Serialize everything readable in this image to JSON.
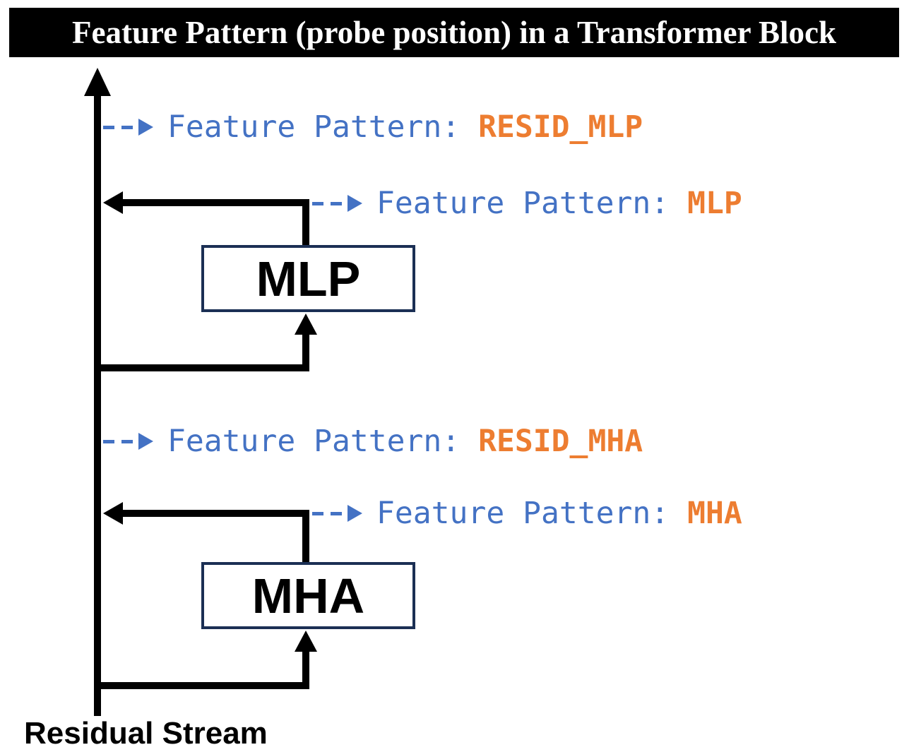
{
  "title": "Feature Pattern (probe position) in a Transformer Block",
  "blocks": {
    "mlp": "MLP",
    "mha": "MHA"
  },
  "probes": [
    {
      "prefix": "Feature Pattern: ",
      "value": "RESID_MLP"
    },
    {
      "prefix": "Feature Pattern: ",
      "value": "MLP"
    },
    {
      "prefix": "Feature Pattern: ",
      "value": "RESID_MHA"
    },
    {
      "prefix": "Feature Pattern: ",
      "value": "MHA"
    }
  ],
  "residual_stream_label": "Residual Stream",
  "colors": {
    "probe_label_blue": "#4472C4",
    "probe_value_orange": "#ED7D31",
    "block_border_navy": "#1B2F54",
    "line_black": "#000000",
    "title_bg": "#000000",
    "title_fg": "#FFFFFF"
  }
}
